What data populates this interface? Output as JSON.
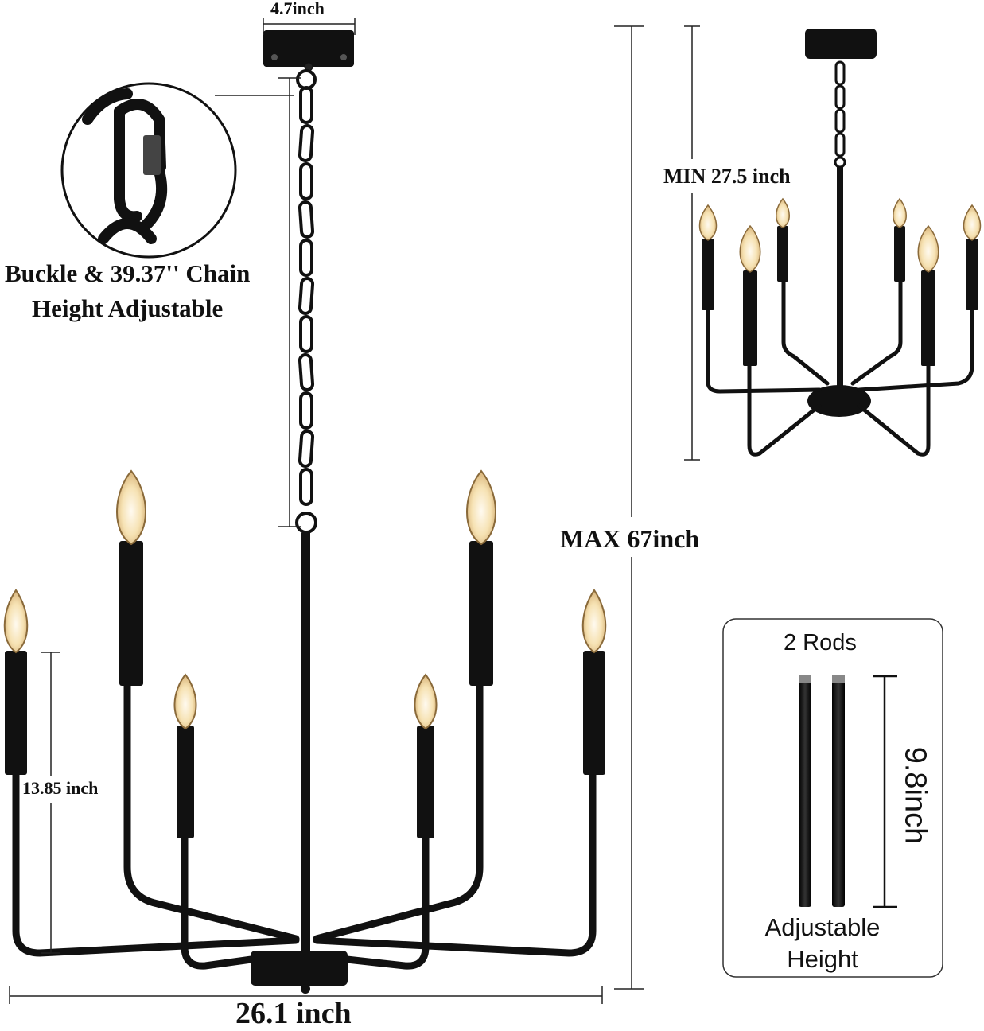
{
  "labels": {
    "canopy_width": "4.7inch",
    "chain_note": [
      "Buckle & 39.37'' Chain",
      "Height Adjustable"
    ],
    "min_height": "MIN 27.5 inch",
    "max_height": "MAX 67inch",
    "arm_height": "13.85 inch",
    "total_width": "26.1 inch",
    "rods_count": "2 Rods",
    "rods_length": "9.8inch",
    "rods_note": [
      "Adjustable",
      "Height"
    ]
  },
  "colors": {
    "metal": "#111111",
    "bulb_glow": "#f3dca8",
    "bulb_core": "#fffaf0",
    "dimension_line": "#222222",
    "panel_border": "#333333"
  },
  "fixture": {
    "lights": 6,
    "style": "candle-style chandelier"
  }
}
